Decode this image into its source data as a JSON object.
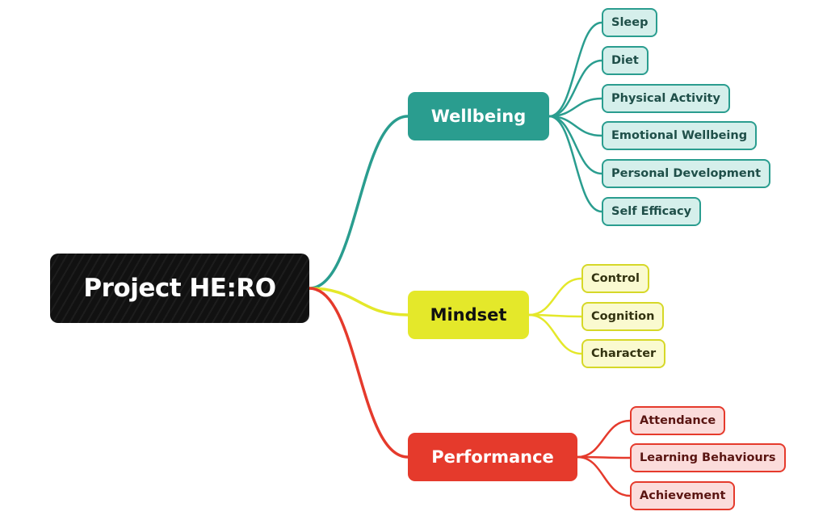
{
  "root": {
    "label": "Project HE:RO",
    "color": "#111111"
  },
  "branches": [
    {
      "label": "Wellbeing",
      "color": "#2a9d8f",
      "children": [
        "Sleep",
        "Diet",
        "Physical Activity",
        "Emotional Wellbeing",
        "Personal Development",
        "Self Efficacy"
      ]
    },
    {
      "label": "Mindset",
      "color": "#e4e82a",
      "children": [
        "Control",
        "Cognition",
        "Character"
      ]
    },
    {
      "label": "Performance",
      "color": "#e53a2c",
      "children": [
        "Attendance",
        "Learning Behaviours",
        "Achievement"
      ]
    }
  ]
}
